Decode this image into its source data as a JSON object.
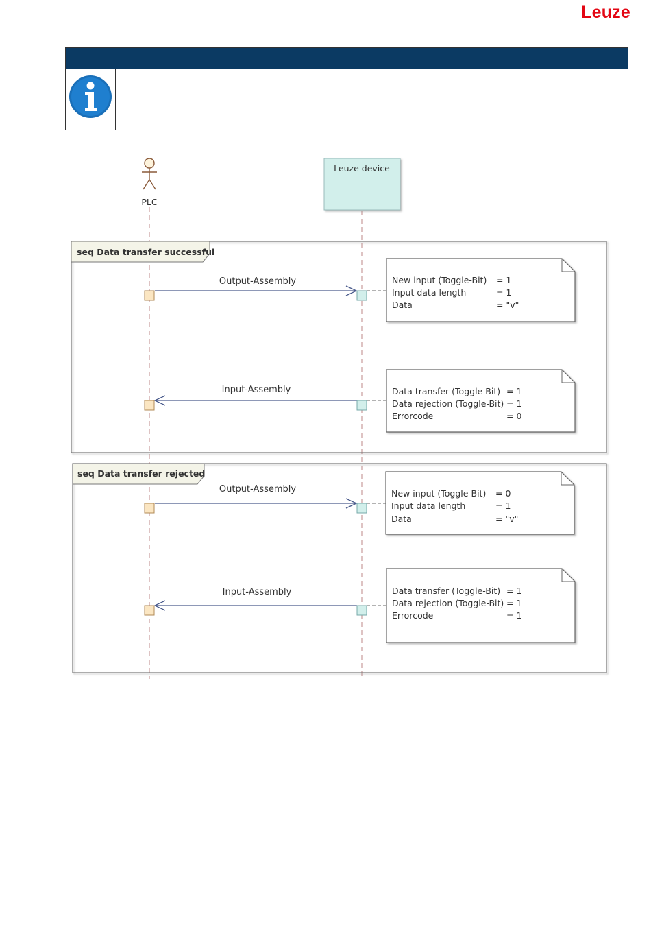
{
  "brand": {
    "logo": "Leuze",
    "color": "#e30613"
  },
  "note": {
    "header_color": "#0b3a63",
    "icon": "info-icon"
  },
  "diagram": {
    "participants": {
      "plc": "PLC",
      "device": "Leuze device"
    },
    "fragments": [
      {
        "label": "seq Data transfer successful",
        "messages": [
          {
            "label": "Output-Assembly",
            "direction": "PLC → Leuze device"
          },
          {
            "label": "Input-Assembly",
            "direction": "Leuze device → PLC"
          }
        ],
        "notes": [
          [
            {
              "k": "New input  (Toggle-Bit)",
              "v": "= 1"
            },
            {
              "k": "Input data length",
              "v": "= 1"
            },
            {
              "k": "Data",
              "v": "= \"v\""
            }
          ],
          [
            {
              "k": "Data transfer (Toggle-Bit)",
              "v": "= 1"
            },
            {
              "k": "Data rejection (Toggle-Bit)",
              "v": "= 1"
            },
            {
              "k": "Errorcode",
              "v": "= 0"
            }
          ]
        ]
      },
      {
        "label": "seq Data transfer rejected",
        "messages": [
          {
            "label": "Output-Assembly",
            "direction": "PLC → Leuze device"
          },
          {
            "label": "Input-Assembly",
            "direction": "Leuze device → PLC"
          }
        ],
        "notes": [
          [
            {
              "k": "New input  (Toggle-Bit)",
              "v": "= 0"
            },
            {
              "k": "Input data length",
              "v": "= 1"
            },
            {
              "k": "Data",
              "v": "= \"v\""
            }
          ],
          [
            {
              "k": "Data transfer (Toggle-Bit)",
              "v": "= 1"
            },
            {
              "k": "Data rejection (Toggle-Bit)",
              "v": "= 1"
            },
            {
              "k": "Errorcode",
              "v": "= 1"
            }
          ]
        ]
      }
    ]
  }
}
